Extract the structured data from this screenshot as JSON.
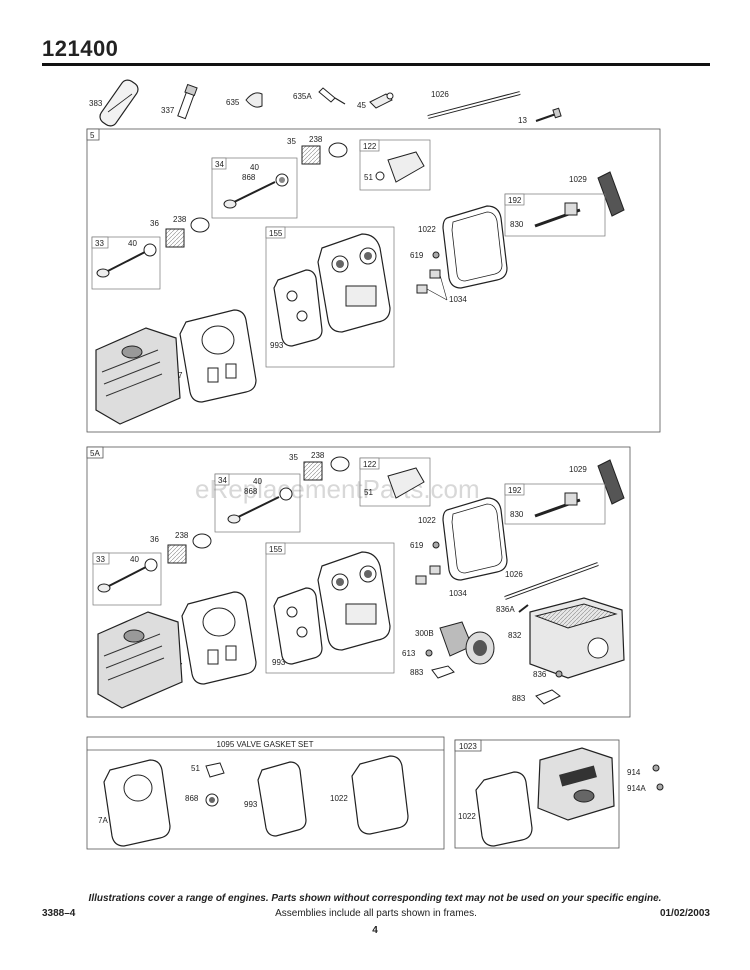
{
  "header": {
    "title": "121400"
  },
  "watermark": "eReplacementParts.com",
  "loose_parts": [
    "383",
    "337",
    "635",
    "635A",
    "45",
    "1026",
    "13"
  ],
  "frame_5": {
    "label": "5",
    "callouts": {
      "c35": "35",
      "c238a": "238",
      "c34": "34",
      "c40a": "40",
      "c868": "868",
      "c122": "122",
      "c51": "51",
      "c1029": "1029",
      "c192": "192",
      "c830": "830",
      "c36": "36",
      "c238b": "238",
      "c33": "33",
      "c40b": "40",
      "c1022": "1022",
      "c155": "155",
      "c619": "619",
      "c1034": "1034",
      "c993": "993",
      "c7": "7"
    }
  },
  "frame_5a": {
    "label": "5A",
    "callouts": {
      "c35": "35",
      "c238a": "238",
      "c34": "34",
      "c40a": "40",
      "c868": "868",
      "c122": "122",
      "c51": "51",
      "c1029": "1029",
      "c192": "192",
      "c830": "830",
      "c36": "36",
      "c238b": "238",
      "c33": "33",
      "c40b": "40",
      "c1022": "1022",
      "c155": "155",
      "c619": "619",
      "c1034": "1034",
      "c1026": "1026",
      "c836a": "836A",
      "c300b": "300B",
      "c832": "832",
      "c613": "613",
      "c993": "993",
      "c7": "7",
      "c883a": "883",
      "c836": "836",
      "c883b": "883"
    }
  },
  "gasket_set": {
    "title": "1095 VALVE GASKET SET",
    "callouts": {
      "c51": "51",
      "c7a": "7A",
      "c868": "868",
      "c993": "993",
      "c1022": "1022"
    }
  },
  "frame_1023": {
    "label": "1023",
    "callouts": {
      "c914": "914",
      "c914a": "914A",
      "c1022": "1022"
    }
  },
  "footer": {
    "note": "Illustrations cover a range of engines. Parts shown without corresponding text may not be used on your specific engine.",
    "left": "3388–4",
    "center": "Assemblies include all parts shown in frames.",
    "right": "01/02/2003",
    "page": "4"
  }
}
